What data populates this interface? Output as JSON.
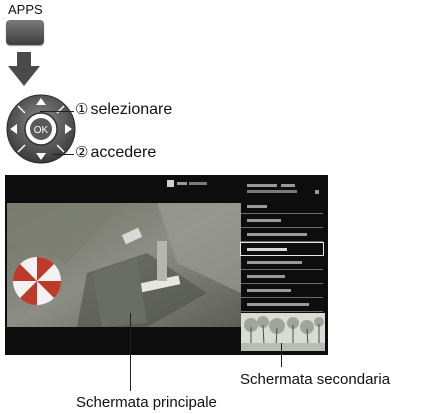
{
  "remote": {
    "apps_label": "APPS",
    "step1_number": "①",
    "step1_label": "selezionare",
    "step2_number": "②",
    "step2_label": "accedere",
    "ok_label": "OK"
  },
  "screen": {
    "main_label": "Schermata principale",
    "secondary_label": "Schermata secondaria"
  },
  "icons": [
    "down-arrow-icon",
    "dpad-icon"
  ],
  "colors": {
    "button": "#5a5a5a",
    "arrow": "#4a4a4a",
    "tv_bezel": "#0d0d0d"
  }
}
